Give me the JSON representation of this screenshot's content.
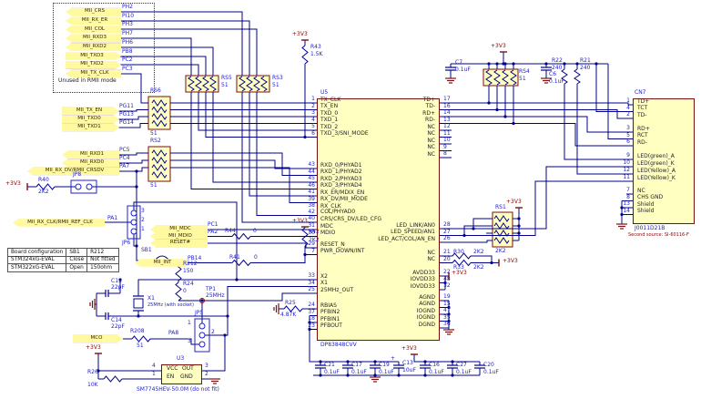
{
  "labels": {
    "p3v3": "+3V3",
    "rs5": "RS5",
    "rs3": "RS3",
    "rs6": "RS6",
    "rs2": "RS2",
    "rs4": "RS4",
    "rs1": "RS1",
    "v51": "51",
    "v2k2": "2K2",
    "v240": "240",
    "v150": "150",
    "v0": "0",
    "v10k": "10K",
    "v22pf": "22pF",
    "v01uf": "0.1uF",
    "v10uf": "10uF",
    "v25m": "25MHz",
    "r43": "R43",
    "r43v": "1.5K",
    "r40": "R40",
    "r44": "R44",
    "r41": "R41",
    "r42": "R42",
    "r30": "R30",
    "r33": "R33",
    "r22": "R22",
    "r21": "R21",
    "r212": "R212",
    "r24": "R24",
    "r25": "R25",
    "r25v": "4.87K",
    "r26": "R26",
    "r208": "R208",
    "c7": "C7",
    "c6": "C6",
    "c15": "C15",
    "c14": "C14",
    "c21": "C21",
    "c17": "C17",
    "c19": "C19",
    "c13": "C13",
    "c16": "C16",
    "c27": "C27",
    "c20": "C20",
    "jp5": "JP5",
    "jp6": "JP6",
    "jp8": "JP8",
    "sb1": "SB1",
    "tp1": "TP1",
    "x1": "X1",
    "x1v": "25MHz (with socket)",
    "n1": "1",
    "n2": "2",
    "n3": "3",
    "n4": "4",
    "u3": "U3",
    "u3part": "SM7745HEV-50.0M (do not fit)",
    "vcc": "VCC",
    "en": "EN",
    "out": "OUT",
    "gnd": "GND",
    "u5": "U5",
    "u5part": "DP83848CVV",
    "cn7": "CN7",
    "cn7part": "J0011D21B",
    "cn7note": "Second source: SI-60116-F",
    "pa8": "PA8",
    "plus": "+",
    "unused": "Unused in RMII mode"
  },
  "flags": {
    "unused": [
      {
        "label": "MII_CRS",
        "pin": "PH2"
      },
      {
        "label": "MII_RX_ER",
        "pin": "PI10"
      },
      {
        "label": "MII_COL",
        "pin": "PH3"
      },
      {
        "label": "MII_RXD3",
        "pin": "PH7"
      },
      {
        "label": "MII_RXD2",
        "pin": "PH6"
      },
      {
        "label": "MII_TXD3",
        "pin": "PB8"
      },
      {
        "label": "MII_TXD2",
        "pin": "PC2"
      },
      {
        "label": "MII_TX_CLK",
        "pin": "PC3"
      }
    ],
    "tx": [
      {
        "label": "MII_TX_EN",
        "pin": "PG11"
      },
      {
        "label": "MII_TXD0",
        "pin": "PG13"
      },
      {
        "label": "MII_TXD1",
        "pin": "PG14"
      }
    ],
    "rx": [
      {
        "label": "MII_RXD1",
        "pin": "PC5"
      },
      {
        "label": "MII_RXD0",
        "pin": "PC4"
      },
      {
        "label": "MII_RX_DV/RMII_CRSDV",
        "pin": "PA7"
      }
    ],
    "refclk": {
      "label": "MII_RX_CLK/RMII_REF_CLK",
      "pin": "PA1"
    },
    "mgmt": [
      {
        "label": "MII_MDC",
        "pin": "PC1"
      },
      {
        "label": "MII_MDIO",
        "pin": "PA2"
      },
      {
        "label": "RESET#",
        "pin": ""
      }
    ],
    "int": {
      "label": "MII_INT",
      "pin": "PB14"
    },
    "mco": {
      "label": "MCO",
      "pin": ""
    }
  },
  "table": {
    "headers": [
      "Board configuration",
      "SB1",
      "R212"
    ],
    "rows": [
      [
        "STM324xG-EVAL",
        "Close",
        "Not fitted"
      ],
      [
        "STM322xG-EVAL",
        "Open",
        "150ohm"
      ]
    ]
  },
  "u5": {
    "left_pins": [
      {
        "n": "1",
        "name": "TX_CLK"
      },
      {
        "n": "2",
        "name": "TX_EN"
      },
      {
        "n": "3",
        "name": "TXD_0"
      },
      {
        "n": "4",
        "name": "TXD_1"
      },
      {
        "n": "5",
        "name": "TXD_2"
      },
      {
        "n": "6",
        "name": "TXD_3/SNI_MODE"
      },
      {
        "n": "43",
        "name": "RXD_0/PHYAD1"
      },
      {
        "n": "44",
        "name": "RXD_1/PHYAD2"
      },
      {
        "n": "45",
        "name": "RXD_2/PHYAD3"
      },
      {
        "n": "46",
        "name": "RXD_3/PHYAD4"
      },
      {
        "n": "41",
        "name": "RX_ER/MDIX_EN"
      },
      {
        "n": "39",
        "name": "RX_DV/MII_MODE"
      },
      {
        "n": "38",
        "name": "RX_CLK"
      },
      {
        "n": "42",
        "name": "COL/PHYAD0"
      },
      {
        "n": "40",
        "name": "CRS/CRS_DV/LED_CFG"
      },
      {
        "n": "31",
        "name": "MDC"
      },
      {
        "n": "30",
        "name": "MDIO"
      },
      {
        "n": "29",
        "name": "RESET_N"
      },
      {
        "n": "7",
        "name": "PWR_DOWN/INT"
      },
      {
        "n": "33",
        "name": "X2"
      },
      {
        "n": "34",
        "name": "X1"
      },
      {
        "n": "25",
        "name": "25MHz_OUT"
      },
      {
        "n": "24",
        "name": "RBIAS"
      },
      {
        "n": "37",
        "name": "PFBIN2"
      },
      {
        "n": "18",
        "name": "PFBIN1"
      },
      {
        "n": "23",
        "name": "PFBOUT"
      }
    ],
    "right_pins": [
      {
        "n": "17",
        "name": "TD+"
      },
      {
        "n": "16",
        "name": "TD-"
      },
      {
        "n": "14",
        "name": "RD+"
      },
      {
        "n": "13",
        "name": "RD-"
      },
      {
        "n": "12",
        "name": "NC"
      },
      {
        "n": "11",
        "name": "NC"
      },
      {
        "n": "10",
        "name": "NC"
      },
      {
        "n": "9",
        "name": "NC"
      },
      {
        "n": "8",
        "name": "NC"
      },
      {
        "n": "28",
        "name": "LED_LINK/AN0"
      },
      {
        "n": "27",
        "name": "LED_SPEED/AN1"
      },
      {
        "n": "26",
        "name": "LED_ACT/COL/AN_EN"
      },
      {
        "n": "21",
        "name": "NC"
      },
      {
        "n": "20",
        "name": "NC"
      },
      {
        "n": "22",
        "name": "AVDD33"
      },
      {
        "n": "48",
        "name": "IOVDD33"
      },
      {
        "n": "32",
        "name": "IOVDD33"
      },
      {
        "n": "19",
        "name": "AGND"
      },
      {
        "n": "15",
        "name": "AGND"
      },
      {
        "n": "47",
        "name": "IOGND"
      },
      {
        "n": "35",
        "name": "IOGND"
      },
      {
        "n": "36",
        "name": "DGND"
      }
    ]
  },
  "cn7": {
    "pins": [
      {
        "n": "1",
        "name": "TD+"
      },
      {
        "n": "4",
        "name": "TCT"
      },
      {
        "n": "2",
        "name": "TD-"
      },
      {
        "n": "3",
        "name": "RD+"
      },
      {
        "n": "5",
        "name": "RCT"
      },
      {
        "n": "6",
        "name": "RD-"
      },
      {
        "n": "9",
        "name": "LED(green)_A"
      },
      {
        "n": "10",
        "name": "LED(green)_K"
      },
      {
        "n": "12",
        "name": "LED(Yellow)_A"
      },
      {
        "n": "11",
        "name": "LED(Yellow)_K"
      },
      {
        "n": "7",
        "name": "NC"
      },
      {
        "n": "8",
        "name": "CHS GND"
      },
      {
        "n": "13",
        "name": "Shield"
      },
      {
        "n": "14",
        "name": "Shield"
      }
    ]
  }
}
